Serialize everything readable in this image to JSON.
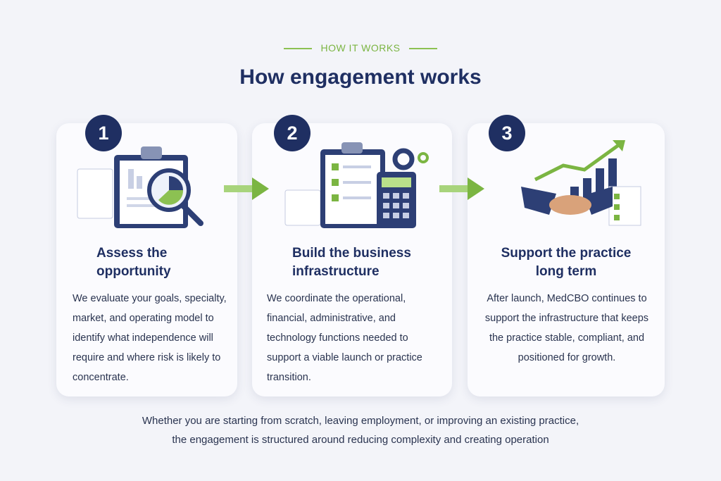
{
  "header": {
    "eyebrow": "HOW IT WORKS",
    "title": "How engagement works"
  },
  "steps": [
    {
      "number": "1",
      "title_line1": "Assess the",
      "title_line2": "opportunity",
      "body": "We evaluate your goals, specialty, market, and operating model to identify what independence will require and where risk is likely to concentrate."
    },
    {
      "number": "2",
      "title_line1": "Build the business",
      "title_line2": "infrastructure",
      "body": "We coordinate the operational, financial, administrative, and technology functions needed to support a viable launch or practice transition."
    },
    {
      "number": "3",
      "title_line1": "Support the practice",
      "title_line2": "long term",
      "body": "After launch, MedCBO continues to support the infrastructure that keeps the practice stable, compliant, and positioned for growth."
    }
  ],
  "footer": {
    "line1": "Whether you are starting from scratch, leaving employment, or improving an existing practice,",
    "line2": "the engagement is structured around reducing complexity and creating operation"
  },
  "colors": {
    "navy": "#1f2f62",
    "green": "#7bb542",
    "background": "#f3f4f9"
  }
}
